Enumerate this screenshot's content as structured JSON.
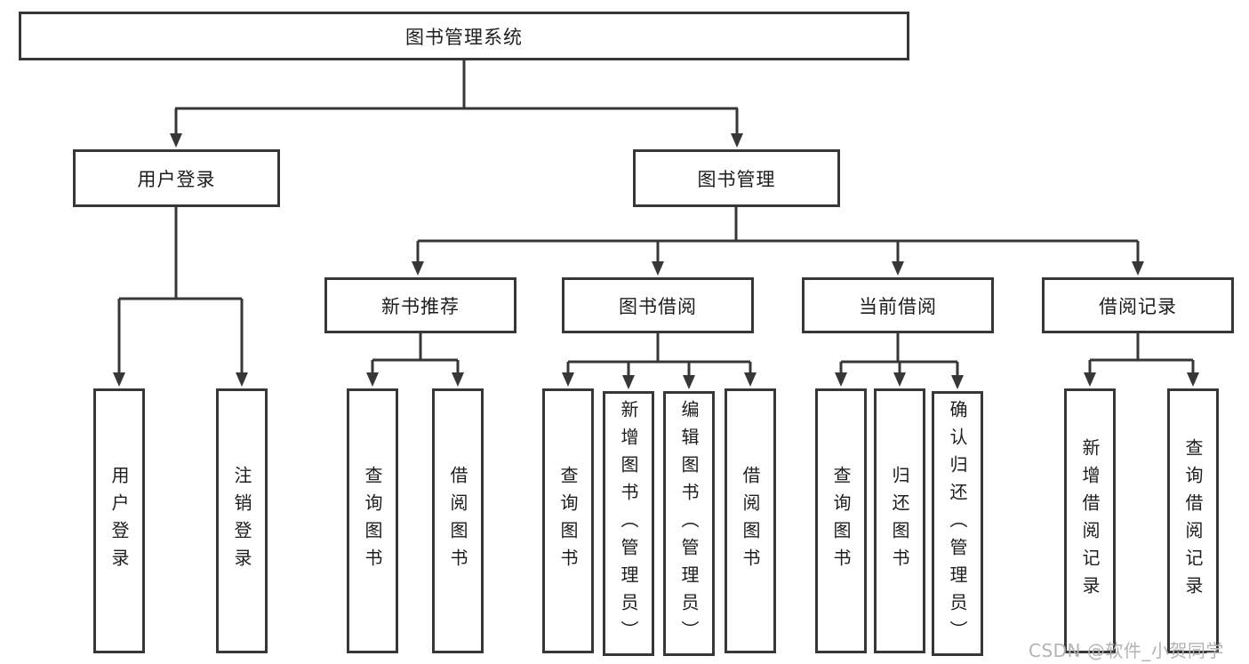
{
  "diagram": {
    "root": "图书管理系统",
    "branches": [
      {
        "label": "用户登录",
        "children": [
          "用户登录",
          "注销登录"
        ]
      },
      {
        "label": "图书管理",
        "groups": [
          {
            "label": "新书推荐",
            "children": [
              "查询图书",
              "借阅图书"
            ]
          },
          {
            "label": "图书借阅",
            "children": [
              "查询图书",
              "新增图书（管理员）",
              "编辑图书（管理员）",
              "借阅图书"
            ]
          },
          {
            "label": "当前借阅",
            "children": [
              "查询图书",
              "归还图书",
              "确认归还（管理员）"
            ]
          },
          {
            "label": "借阅记录",
            "children": [
              "新增借阅记录",
              "查询借阅记录"
            ]
          }
        ]
      }
    ]
  },
  "watermark": "CSDN @软件_小贺同学",
  "colors": {
    "line": "#373737",
    "text": "#1d1d1d",
    "watermark": "#b3b3b3",
    "background": "#ffffff"
  }
}
